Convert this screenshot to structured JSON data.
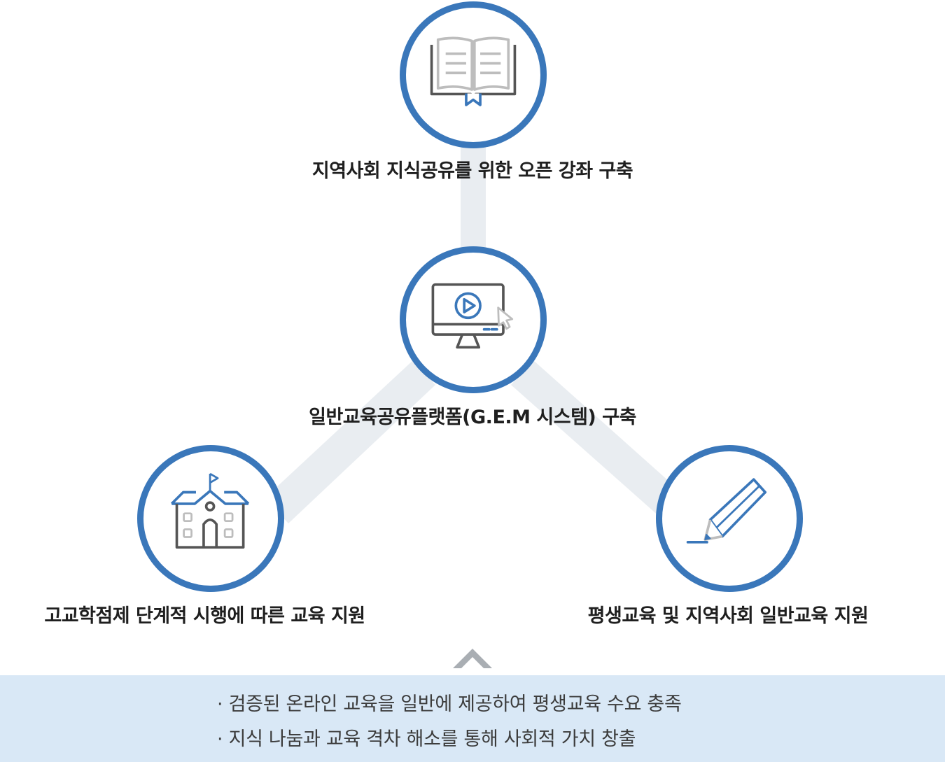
{
  "colors": {
    "accent": "#3a77ba",
    "icon_gray": "#555555",
    "icon_light": "#bdbdbd",
    "connector": "#e9edf1",
    "summary_bg": "#d9e8f6"
  },
  "nodes": {
    "top": {
      "label": "지역사회 지식공유를 위한 오픈 강좌 구축",
      "icon": "open-book-icon"
    },
    "center": {
      "label": "일반교육공유플랫폼(G.E.M 시스템) 구축",
      "icon": "monitor-play-icon"
    },
    "left": {
      "label": "고교학점제 단계적 시행에 따른 교육 지원",
      "icon": "school-building-icon"
    },
    "right": {
      "label": "평생교육 및 지역사회 일반교육 지원",
      "icon": "pencil-icon"
    }
  },
  "summary": {
    "line1": "· 검증된 온라인 교육을 일반에 제공하여 평생교육 수요 충족",
    "line2": "· 지식 나눔과 교육 격차 해소를 통해 사회적 가치 창출"
  }
}
